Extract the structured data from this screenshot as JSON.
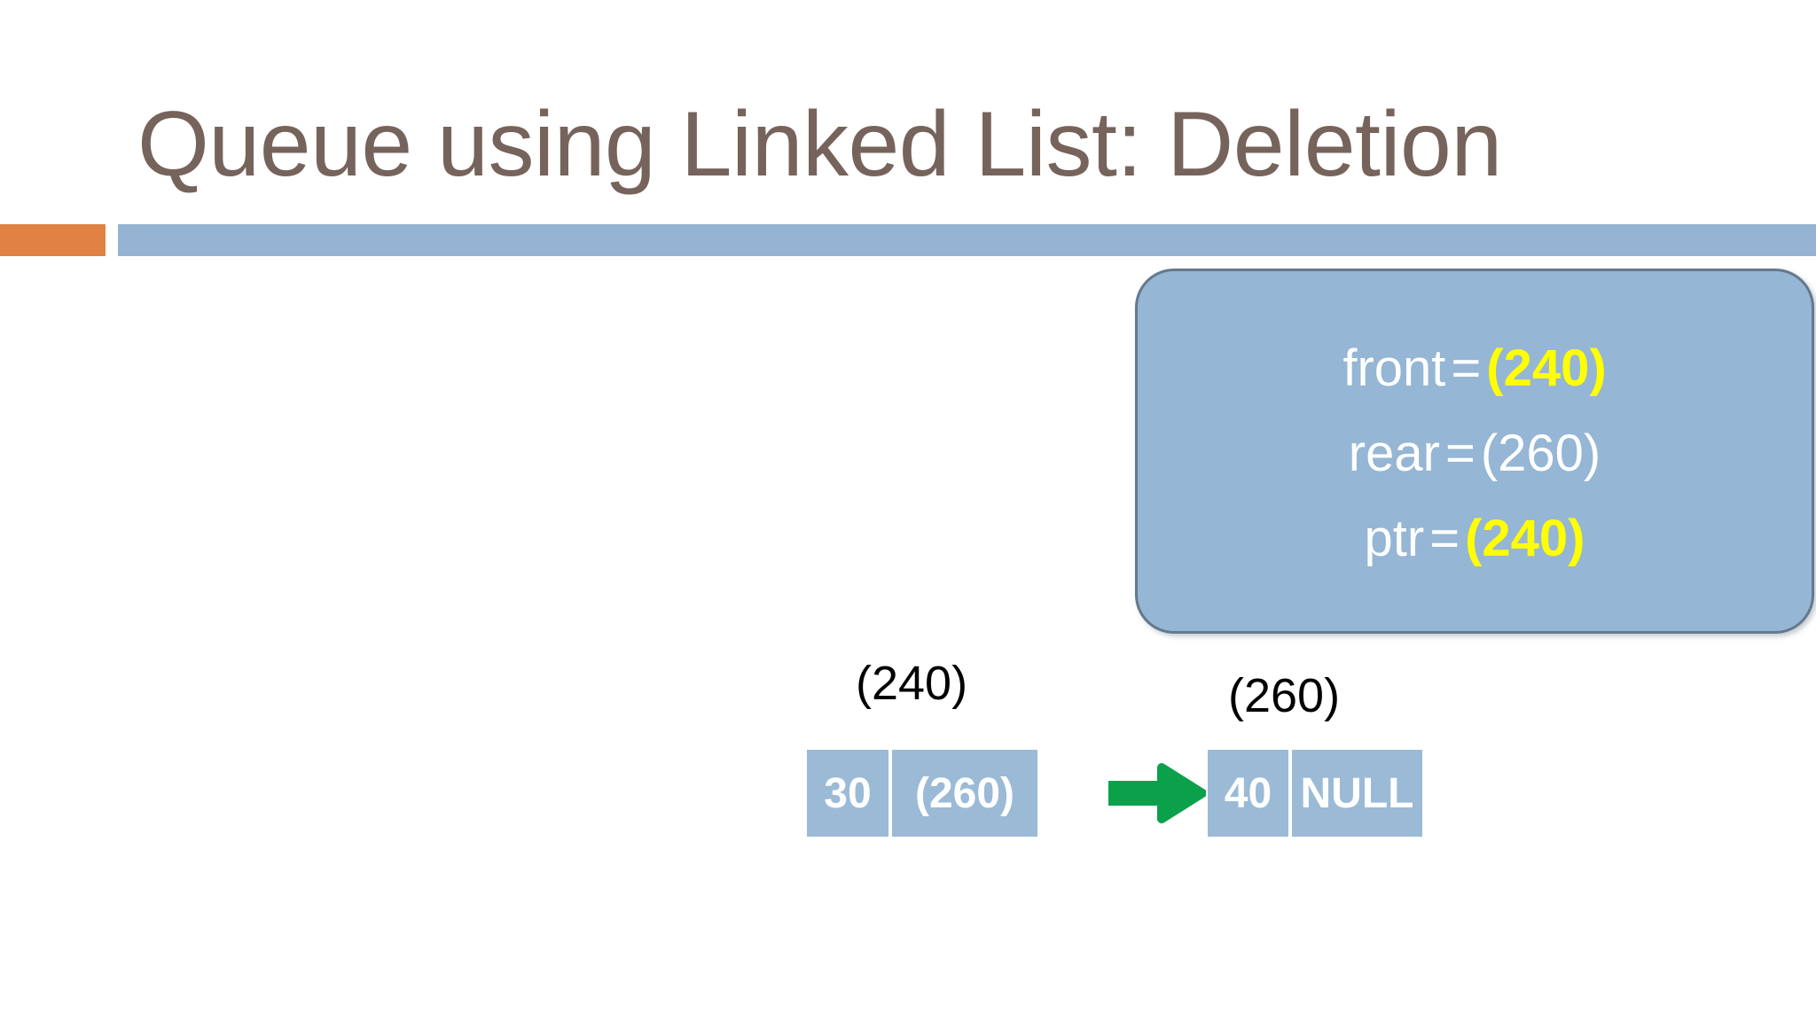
{
  "slide": {
    "title": "Queue using Linked List: Deletion",
    "title_color": "#76635b",
    "background": "#ffffff",
    "accent_orange": "#df8244",
    "accent_blue": "#95b3d2"
  },
  "state_box": {
    "background": "#95b6d4",
    "border_color": "#64798d",
    "text_color": "#ffffff",
    "highlight_color": "#ffff00",
    "lines": [
      {
        "name": "front",
        "equals": "=",
        "value": "(240)",
        "highlighted": true
      },
      {
        "name": "rear",
        "equals": "=",
        "value": "(260)",
        "highlighted": false
      },
      {
        "name": "ptr",
        "equals": "=",
        "value": "(240)",
        "highlighted": true
      }
    ]
  },
  "linked_list": {
    "node_fill": "#9bbad6",
    "node_text_color": "#ffffff",
    "address_label_color": "#000000",
    "arrow_color": "#0ba14b",
    "nodes": [
      {
        "address": "(240)",
        "data": "30",
        "link": "(260)"
      },
      {
        "address": "(260)",
        "data": "40",
        "link": "NULL"
      }
    ]
  }
}
